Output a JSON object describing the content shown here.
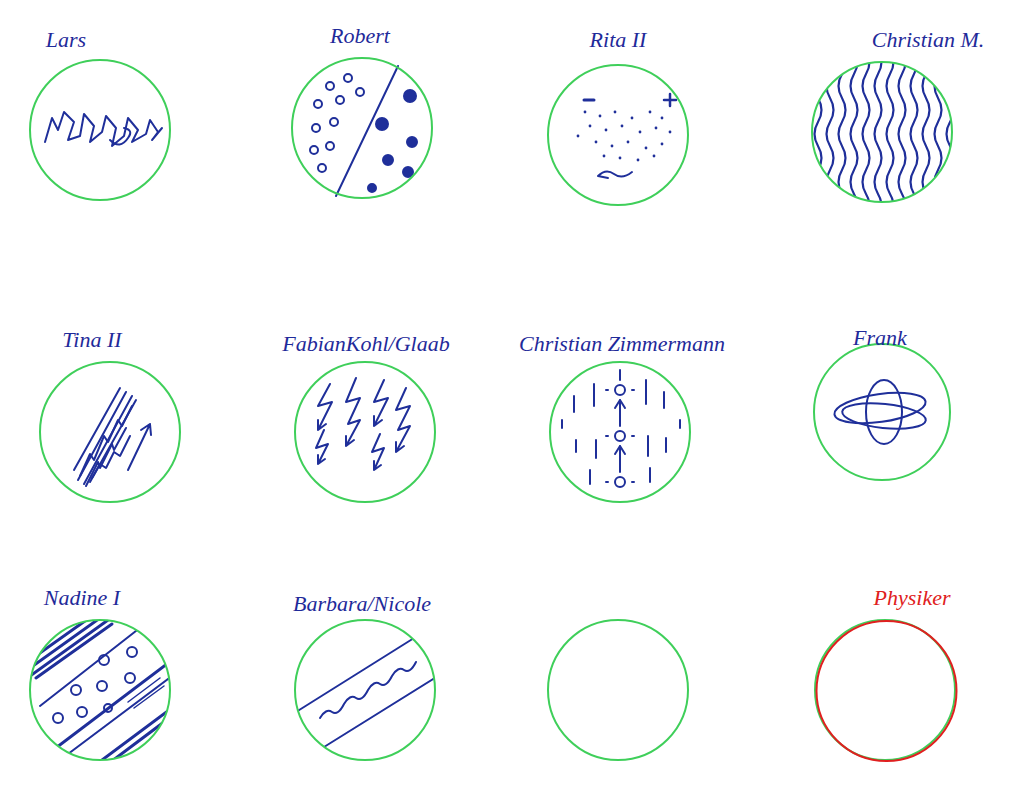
{
  "diagram": {
    "nodes": [
      {
        "text": [
          "Lars"
        ]
      },
      {
        "text": [
          "Robert"
        ]
      },
      {
        "text": [
          "Rita II"
        ]
      },
      {
        "text": [
          "Christian M."
        ]
      },
      {
        "text": [
          "Tina II"
        ]
      },
      {
        "text": [
          "FabianKohl/Glaab"
        ]
      },
      {
        "text": [
          "Christian Zimmermann"
        ]
      },
      {
        "text": [
          "Frank"
        ]
      },
      {
        "text": [
          "Nadine I"
        ]
      },
      {
        "text": [
          "Barbara/Nicole"
        ]
      },
      {
        "text": [
          "Physiker"
        ]
      }
    ]
  }
}
